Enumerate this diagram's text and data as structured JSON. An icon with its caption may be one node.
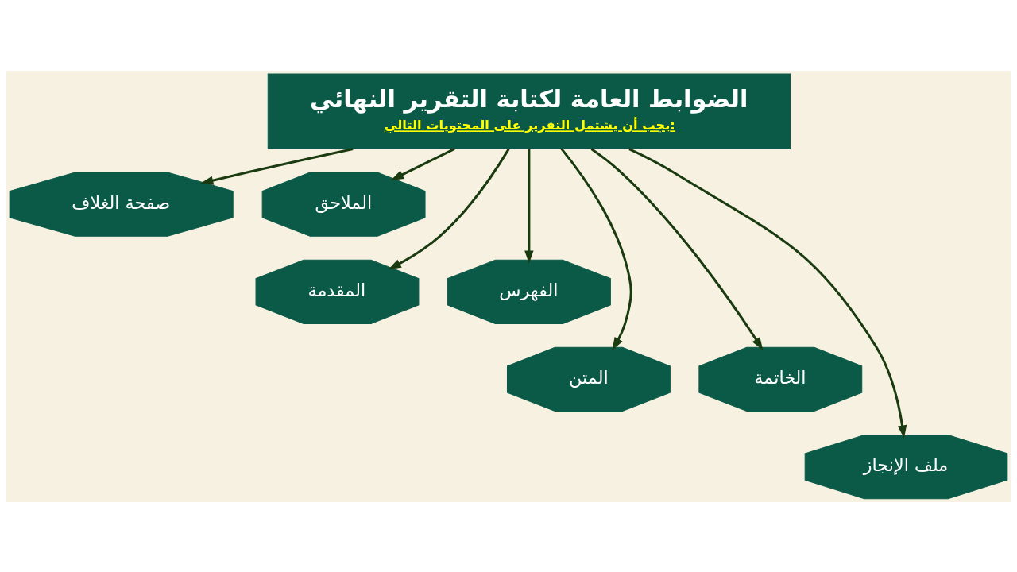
{
  "diagram": {
    "nodes": [
      {
        "text": [
          "الضوابط العامة لكتابة التقرير النهائي",
          "يجب أن يشتمل التقرير على المحتويات التالي:"
        ]
      },
      {
        "text": [
          "صفحة الغلاف"
        ]
      },
      {
        "text": [
          "الملاحق"
        ]
      },
      {
        "text": [
          "المقدمة"
        ]
      },
      {
        "text": [
          "الفهرس"
        ]
      },
      {
        "text": [
          "المتن"
        ]
      },
      {
        "text": [
          "الخاتمة"
        ]
      },
      {
        "text": [
          "ملف الإنجاز"
        ]
      }
    ],
    "edges": [
      {
        "from": 0,
        "to": 1,
        "arrow": "to"
      },
      {
        "from": 0,
        "to": 2,
        "arrow": "to"
      },
      {
        "from": 0,
        "to": 3,
        "arrow": "to"
      },
      {
        "from": 0,
        "to": 4,
        "arrow": "to"
      },
      {
        "from": 0,
        "to": 5,
        "arrow": "to"
      },
      {
        "from": 0,
        "to": 6,
        "arrow": "to"
      },
      {
        "from": 0,
        "to": 7,
        "arrow": "to"
      }
    ]
  }
}
